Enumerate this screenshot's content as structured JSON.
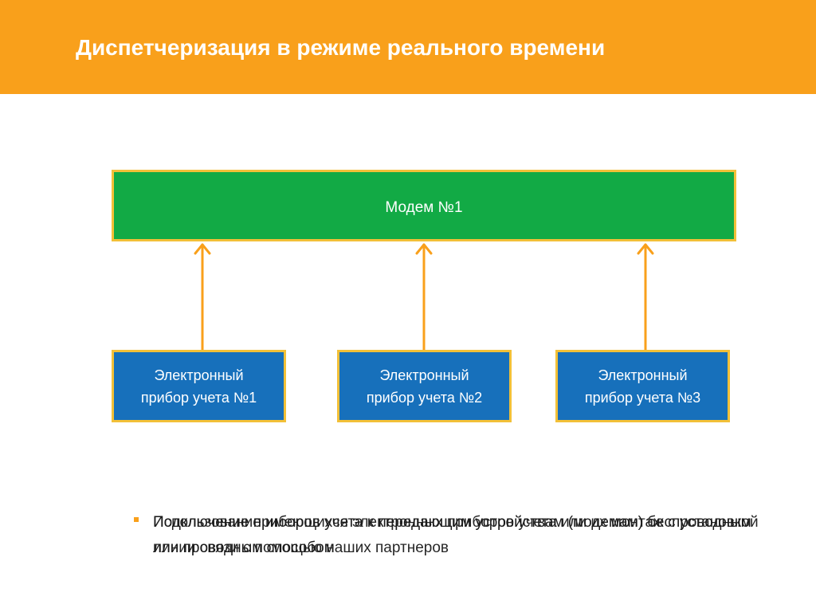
{
  "slide": {
    "title": "Диспетчеризация в режиме реального времени",
    "colors": {
      "header": "#f9a01b",
      "modem": "#12aa45",
      "device": "#1770bb",
      "border": "#f2c038",
      "arrow": "#f9a01b"
    }
  },
  "diagram": {
    "modem_label": "Модем №1",
    "devices": [
      {
        "line1": "Электронный",
        "line2": "прибор учета №1"
      },
      {
        "line1": "Электронный",
        "line2": "прибор учета №2"
      },
      {
        "line1": "Электронный",
        "line2": "прибор учета №3"
      }
    ]
  },
  "bullets": [
    {
      "text": "Подключение приборов учета к передающим устройствам (модемам) беспроводным или проводным способом"
    },
    {
      "text": "Использование имеющихся электронных приборов учета или их монтаж с установкой линии связи с помощью наших партнеров"
    }
  ]
}
